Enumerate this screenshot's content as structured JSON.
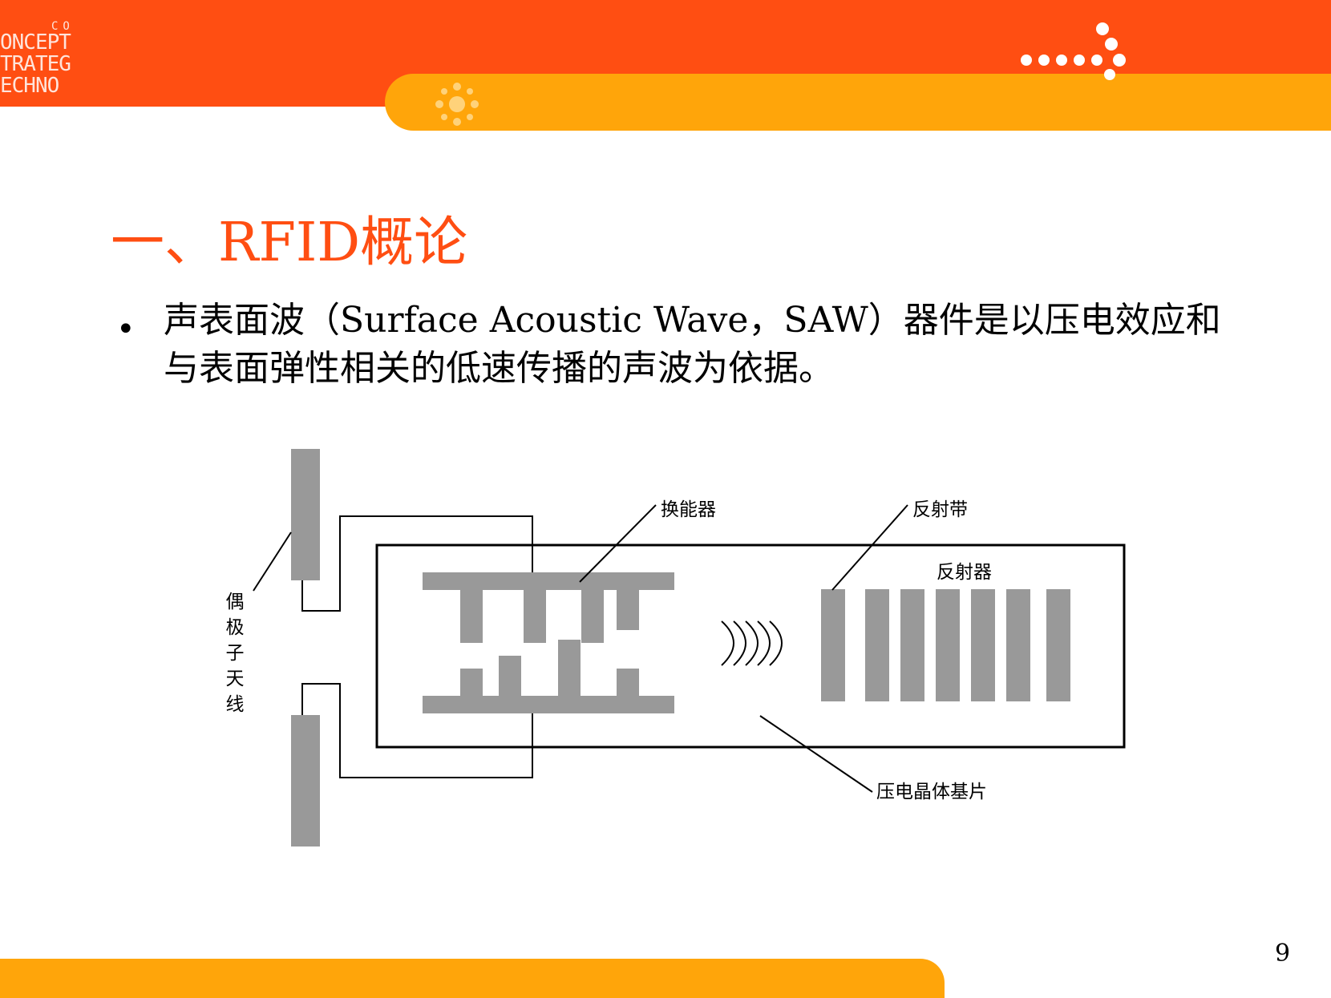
{
  "header": {
    "logo_lines": [
      "CO",
      "ONCEPT",
      "TRATEG",
      "ECHNO"
    ],
    "accent_color": "#FF4E12",
    "secondary_color": "#FFA50A"
  },
  "slide": {
    "title": "一、RFID概论",
    "bullet_symbol": "•",
    "bullet_text": "声表面波（Surface Acoustic Wave，SAW）器件是以压电效应和与表面弹性相关的低速传播的声波为依据。"
  },
  "diagram": {
    "labels": {
      "transducer": "换能器",
      "reflector_band": "反射带",
      "reflector": "反射器",
      "dipole_antenna": "偶极子天线",
      "substrate": "压电晶体基片"
    },
    "wave_symbol": ")))))"
  },
  "footer": {
    "page_number": "9"
  }
}
